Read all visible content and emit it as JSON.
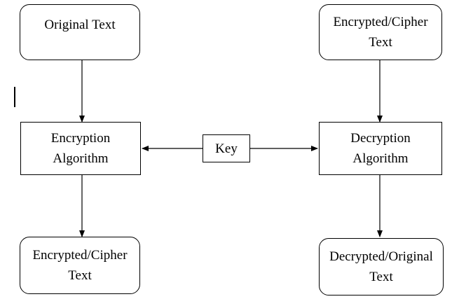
{
  "diagram": {
    "nodes": {
      "original_text": "Original Text",
      "encrypted_text_top": "Encrypted/Cipher\nText",
      "encryption_algorithm": "Encryption\nAlgorithm",
      "key": "Key",
      "decryption_algorithm": "Decryption\nAlgorithm",
      "encrypted_text_bottom": "Encrypted/Cipher\nText",
      "decrypted_text": "Decrypted/Original\nText"
    },
    "colors": {
      "stroke": "#000000",
      "fill": "#ffffff"
    }
  }
}
